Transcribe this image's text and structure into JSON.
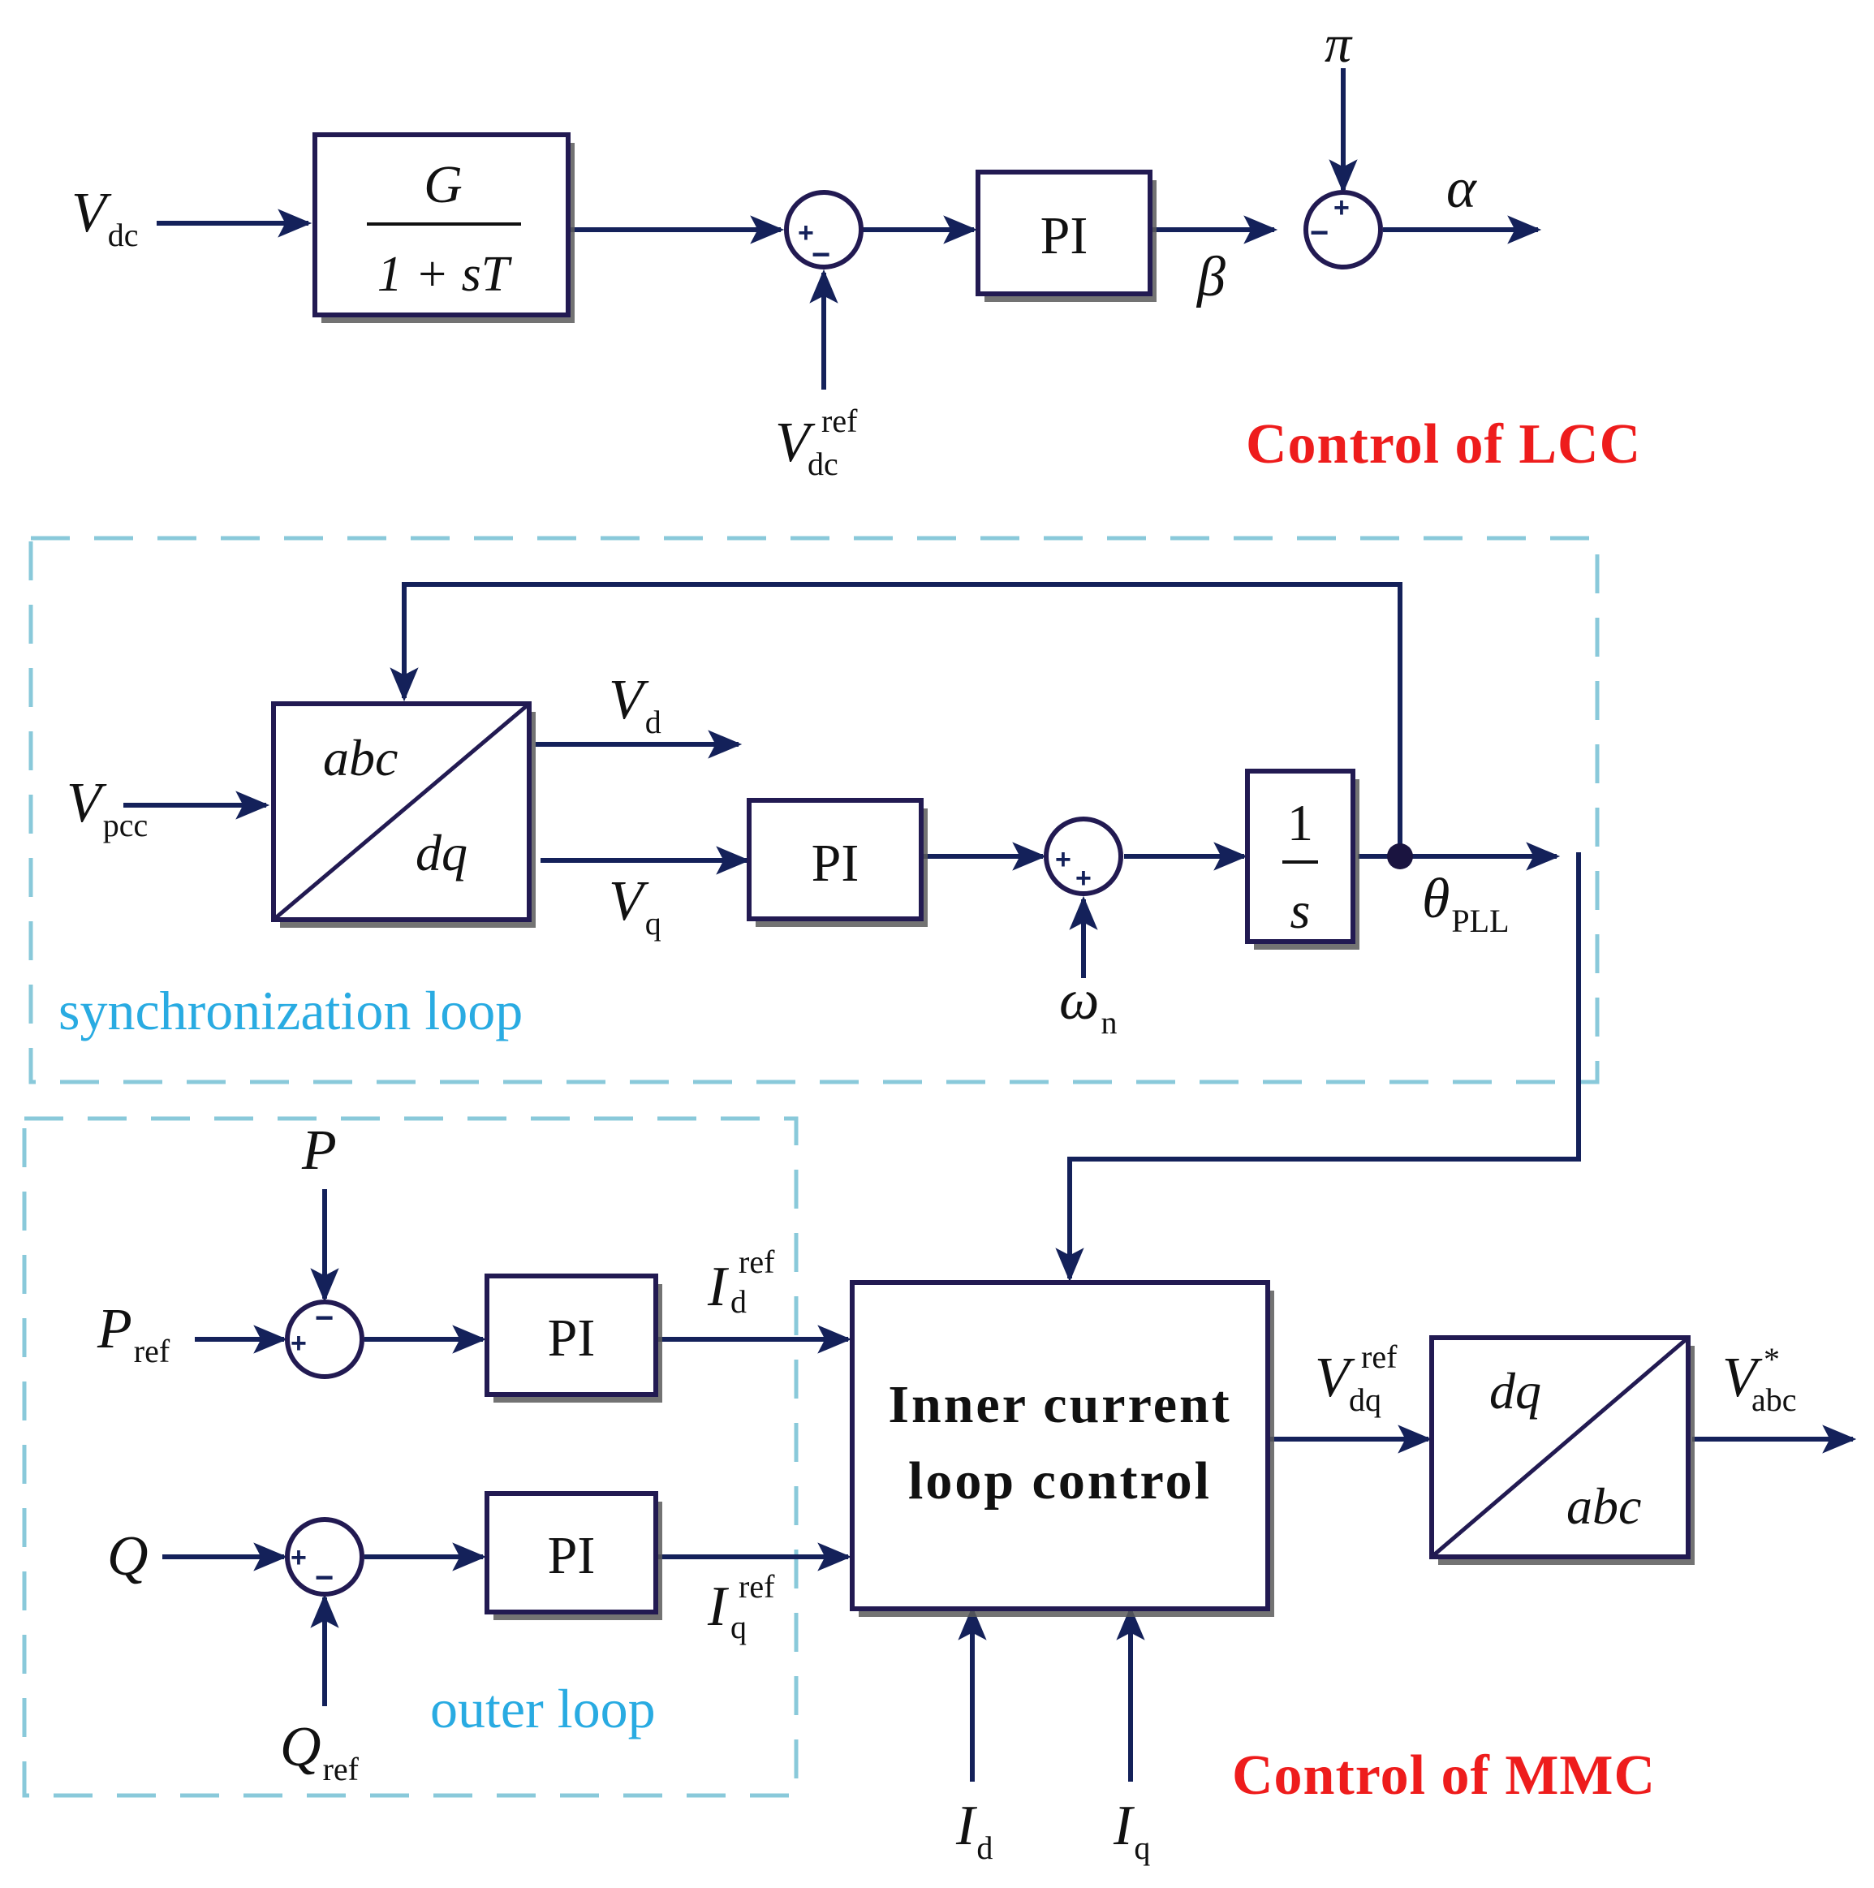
{
  "lcc": {
    "title": "Control of LCC",
    "input_v": "V",
    "input_v_sub": "dc",
    "filter_num": "G",
    "filter_den": "1 + sT",
    "ref_v": "V",
    "ref_sup": "ref",
    "ref_sub": "dc",
    "pi_label": "PI",
    "pi_out": "β",
    "pi_const": "π",
    "output": "α"
  },
  "pll": {
    "group_label": "synchronization loop",
    "input_v": "V",
    "input_sub": "pcc",
    "abc_top": "abc",
    "abc_bottom": "dq",
    "vd": "V",
    "vd_sub": "d",
    "vq": "V",
    "vq_sub": "q",
    "pi_label": "PI",
    "omega": "ω",
    "omega_sub": "n",
    "int_num": "1",
    "int_den": "s",
    "theta": "θ",
    "theta_sub": "PLL"
  },
  "outer": {
    "group_label": "outer loop",
    "p_fb": "P",
    "p_ref": "P",
    "p_ref_sub": "ref",
    "pi_p": "PI",
    "id_ref": "I",
    "id_ref_sup": "ref",
    "id_ref_sub": "d",
    "q_in": "Q",
    "q_ref": "Q",
    "q_ref_sub": "ref",
    "pi_q": "PI",
    "iq_ref": "I",
    "iq_ref_sup": "ref",
    "iq_ref_sub": "q"
  },
  "mmc": {
    "title": "Control of MMC",
    "inner_line1": "Inner current",
    "inner_line2": "loop control",
    "vdq": "V",
    "vdq_sup": "ref",
    "vdq_sub": "dq",
    "dq_top": "dq",
    "dq_bottom": "abc",
    "vabc": "V",
    "vabc_sup": "*",
    "vabc_sub": "abc",
    "id": "I",
    "id_sub": "d",
    "iq": "I",
    "iq_sub": "q"
  },
  "signs": {
    "plus": "+",
    "minus": "−"
  },
  "colors": {
    "wire": "#14215a",
    "block": "#221a52",
    "dashed_group": "#89c9da",
    "title": "#ee1c1c",
    "group_label": "#29abe2"
  }
}
